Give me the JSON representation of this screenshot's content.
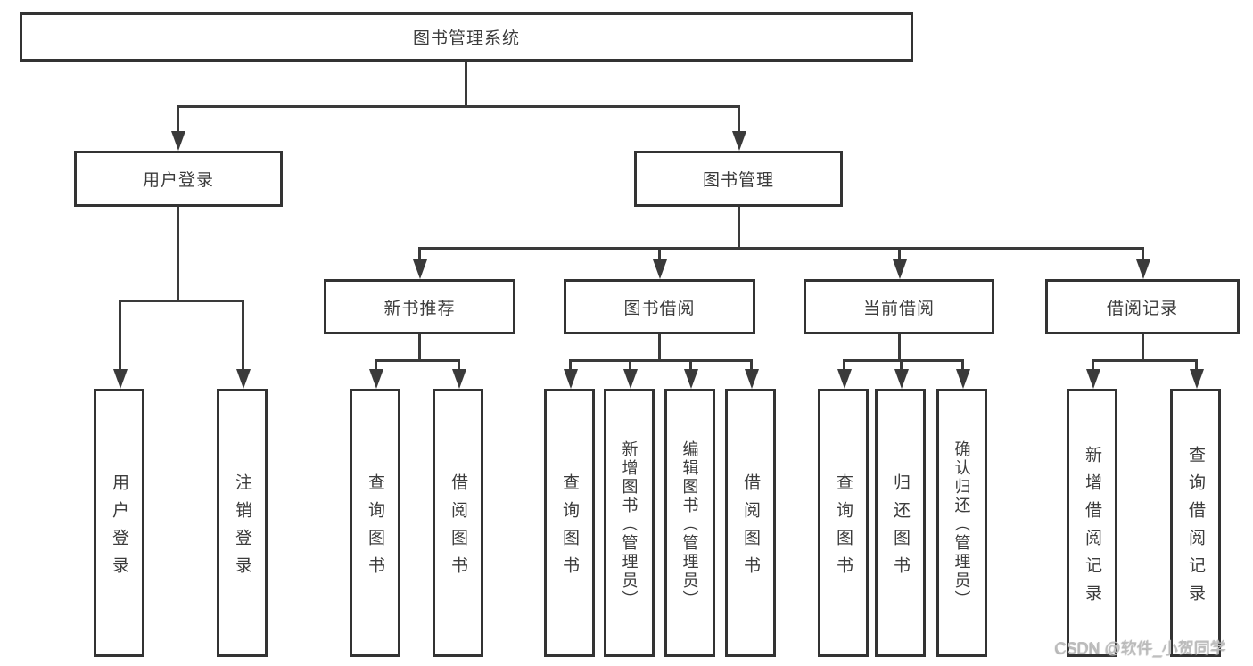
{
  "colors": {
    "line": "#3a3a3a",
    "border": "#333333",
    "text": "#3c3c3c",
    "background": "#ffffff",
    "watermark": "#bdbdbd"
  },
  "nodes": {
    "root": {
      "label": "图书管理系统"
    },
    "user_login": {
      "label": "用户登录"
    },
    "book_mgmt": {
      "label": "图书管理"
    },
    "new_book_rec": {
      "label": "新书推荐"
    },
    "book_borrow": {
      "label": "图书借阅"
    },
    "current_borrow": {
      "label": "当前借阅"
    },
    "borrow_records": {
      "label": "借阅记录"
    },
    "leaf_user_login": {
      "label": "用户登录"
    },
    "leaf_logout_login": {
      "label": "注销登录"
    },
    "leaf_query_book_rec": {
      "label": "查询图书"
    },
    "leaf_borrow_book_rec": {
      "label": "借阅图书"
    },
    "leaf_query_book_borrow": {
      "label": "查询图书"
    },
    "leaf_add_book_admin": {
      "label": "新增图书（管理员）"
    },
    "leaf_edit_book_admin": {
      "label": "编辑图书（管理员）"
    },
    "leaf_borrow_book_borrow": {
      "label": "借阅图书"
    },
    "leaf_query_book_current": {
      "label": "查询图书"
    },
    "leaf_return_book": {
      "label": "归还图书"
    },
    "leaf_confirm_return_admin": {
      "label": "确认归还（管理员）"
    },
    "leaf_add_borrow_record": {
      "label": "新增借阅记录"
    },
    "leaf_query_borrow_record": {
      "label": "查询借阅记录"
    }
  },
  "watermark": {
    "text": "CSDN @软件_小贺同学"
  }
}
